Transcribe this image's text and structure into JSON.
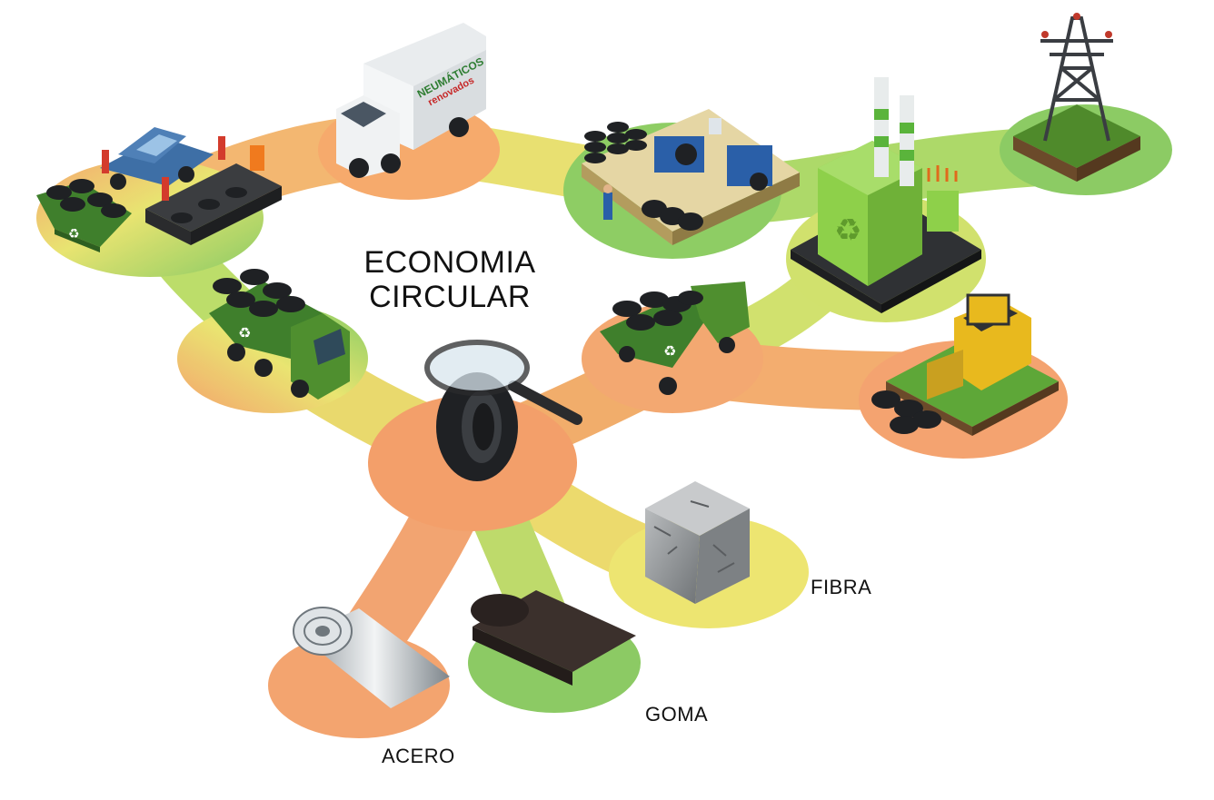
{
  "title": {
    "line1": "ECONOMIA",
    "line2": "CIRCULAR"
  },
  "truck_sign": {
    "line1": "NEUMÁTICOS",
    "line2": "renovados"
  },
  "materials": {
    "acero": "ACERO",
    "goma": "GOMA",
    "fibra": "FIBRA"
  },
  "colors": {
    "orange": "#f39a63",
    "yellow": "#e9e665",
    "green": "#7ec659",
    "tire": "#1f2124",
    "truck_green": "#4f8f2f",
    "factory_green": "#8ed04a"
  },
  "icons": [
    "workshop-scene-icon",
    "delivery-truck-icon",
    "tire-processing-plant-icon",
    "power-pylon-icon",
    "recycling-factory-icon",
    "skip-truck-icon",
    "tire-collection-truck-icon",
    "magnifier-tire-icon",
    "bulldozer-icon",
    "rubber-cube-icon",
    "steel-roll-icon",
    "rubber-sheet-icon"
  ]
}
